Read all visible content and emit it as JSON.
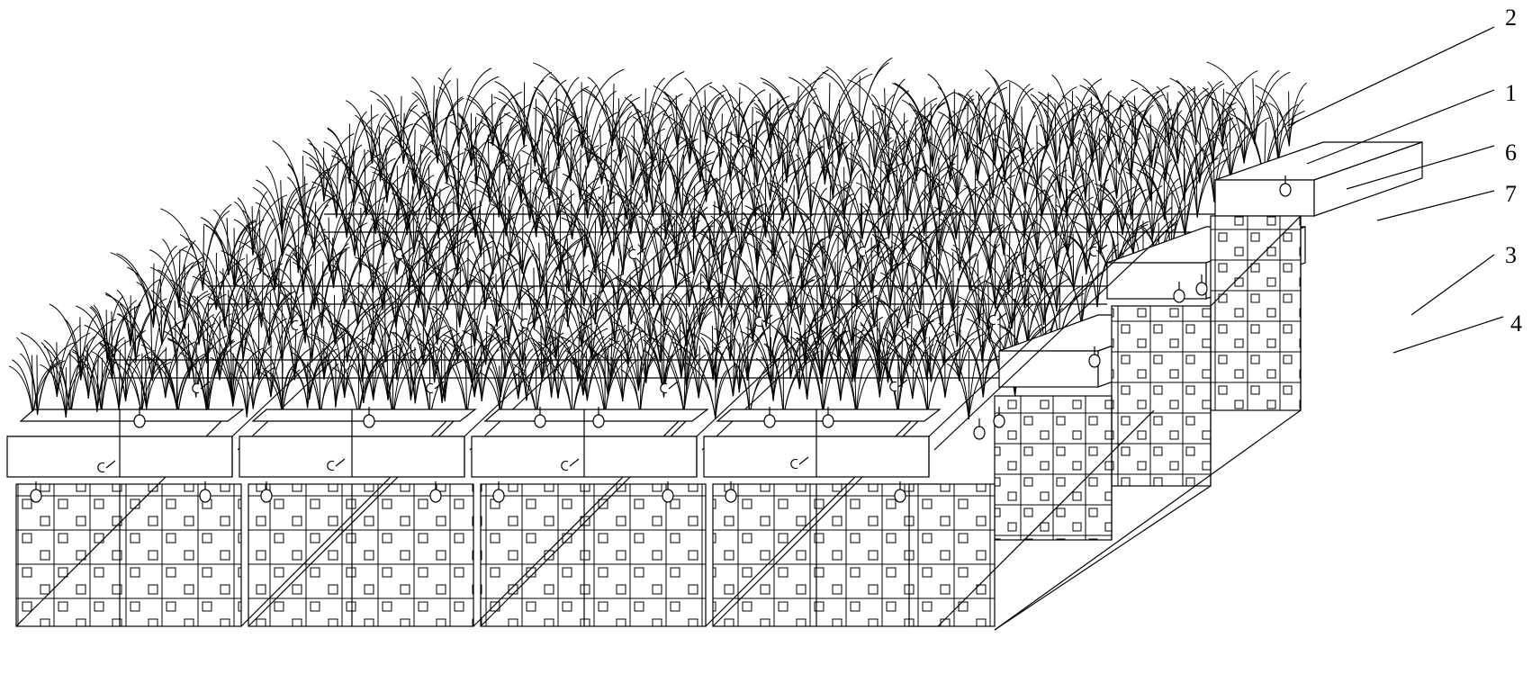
{
  "figure": {
    "description_visible_text": "",
    "reference_numerals": [
      "2",
      "1",
      "6",
      "7",
      "3",
      "4"
    ]
  },
  "colors": {
    "line": "#000000",
    "background": "#ffffff"
  },
  "parts": [
    {
      "key": "vegetation",
      "icon": "grass-tufts"
    },
    {
      "key": "planting-tray",
      "icon": "slab"
    },
    {
      "key": "connector-strip",
      "icon": "slab"
    },
    {
      "key": "hook-fastener",
      "icon": "hook"
    },
    {
      "key": "gabion-cage",
      "icon": "mesh-box"
    },
    {
      "key": "mesh-opening",
      "icon": "square"
    }
  ]
}
